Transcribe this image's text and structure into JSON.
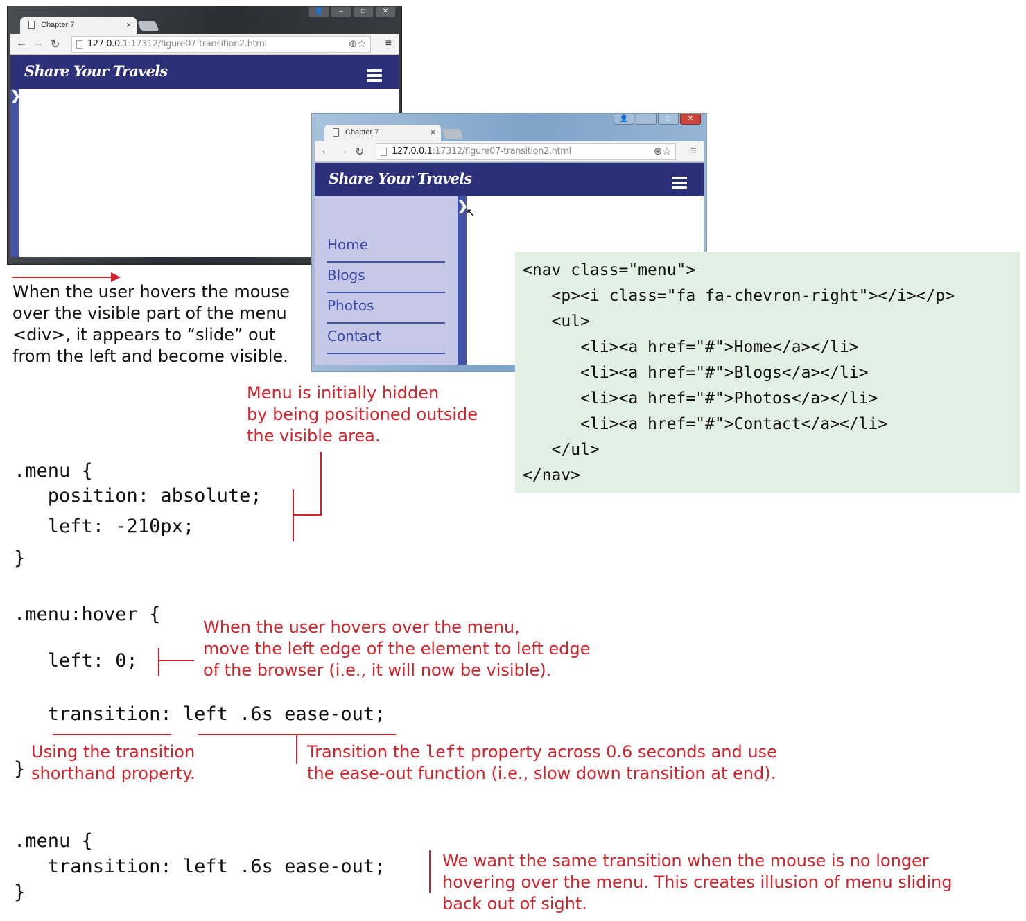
{
  "browser": {
    "tab_title": "Chapter 7",
    "close": "×",
    "url_host": "127.0.0.1",
    "url_path": ":17312/figure07-transition2.html",
    "site_title": "Share Your Travels",
    "chevron": "❯"
  },
  "menu_items": [
    "Home",
    "Blogs",
    "Photos",
    "Contact"
  ],
  "html_code": [
    "<nav class=\"menu\">",
    "   <p><i class=\"fa fa-chevron-right\"></i></p>",
    "   <ul>",
    "      <li><a href=\"#\">Home</a></li>",
    "      <li><a href=\"#\">Blogs</a></li>",
    "      <li><a href=\"#\">Photos</a></li>",
    "      <li><a href=\"#\">Contact</a></li>",
    "   </ul>",
    "</nav>"
  ],
  "hover_note": [
    "When the user hovers the mouse",
    "over the visible part of the menu",
    "<div>, it appears to “slide” out",
    "from the left and become visible."
  ],
  "hidden_note": [
    "Menu is initially hidden",
    "by being positioned outside",
    "the visible area."
  ],
  "css1": [
    ".menu {",
    "   position: absolute;",
    "   left: -210px;",
    "}"
  ],
  "css2": {
    "open": ".menu:hover {",
    "left": "   left: 0;",
    "transition": "   transition: left .6s ease-out;",
    "close": "}"
  },
  "left_note": [
    "When the user hovers over the menu,",
    "move the left edge of the element to left edge",
    "of the browser (i.e., it will now be visible)."
  ],
  "shorthand_note": [
    "Using the transition",
    "shorthand property."
  ],
  "transition_note": {
    "pre": "Transition the ",
    "code": "left",
    "post": "  property across 0.6 seconds and use",
    "line2": "the ease-out function (i.e., slow down transition at end)."
  },
  "css3": [
    ".menu {",
    "   transition: left .6s ease-out;",
    "}"
  ],
  "reverse_note": [
    "We want the same transition when the mouse is no longer",
    "hovering over the menu. This creates illusion of menu sliding",
    "back out of sight."
  ]
}
